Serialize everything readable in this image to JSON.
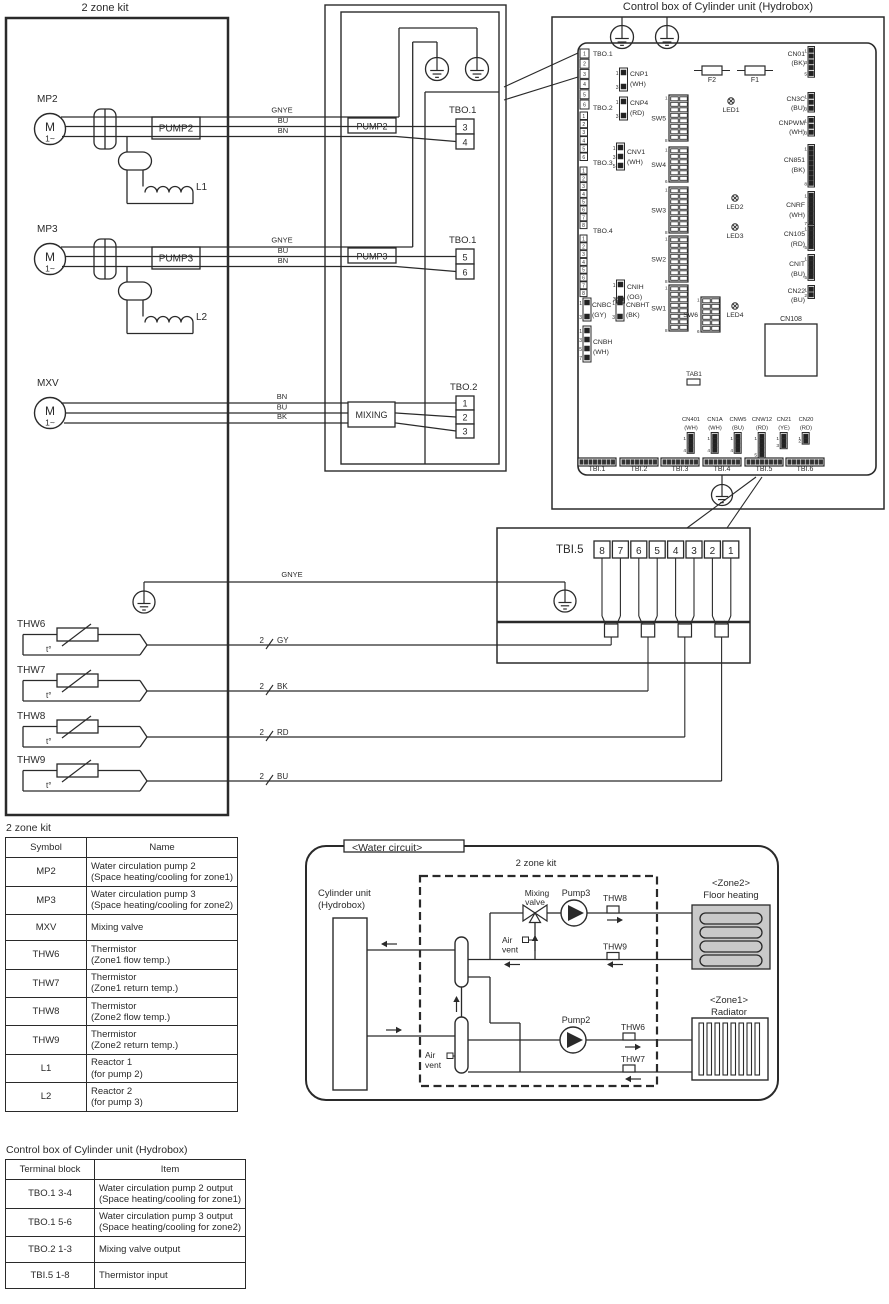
{
  "titles": {
    "left_box": "2 zone kit",
    "control_box": "Control box of Cylinder unit (Hydrobox)"
  },
  "wiring": {
    "gnye": "GNYE",
    "mp2": {
      "name": "MP2",
      "motor": "M",
      "phase": "1~",
      "relay": "PUMP2",
      "relay2": "PUMP2",
      "w1": "GNYE",
      "w2": "BU",
      "w3": "BN",
      "reactor": "L1",
      "tb": "TBO.1",
      "t": [
        "3",
        "4"
      ]
    },
    "mp3": {
      "name": "MP3",
      "motor": "M",
      "phase": "1~",
      "relay": "PUMP3",
      "relay2": "PUMP3",
      "w1": "GNYE",
      "w2": "BU",
      "w3": "BN",
      "reactor": "L2",
      "tb": "TBO.1",
      "t": [
        "5",
        "6"
      ]
    },
    "mxv": {
      "name": "MXV",
      "motor": "M",
      "phase": "1~",
      "relay": "MIXING",
      "w1": "BN",
      "w2": "BU",
      "w3": "BK",
      "tb": "TBO.2",
      "t": [
        "1",
        "2",
        "3"
      ]
    },
    "thermistors": [
      {
        "name": "THW6",
        "t": "t°",
        "cores": "2",
        "color": "GY"
      },
      {
        "name": "THW7",
        "t": "t°",
        "cores": "2",
        "color": "BK"
      },
      {
        "name": "THW8",
        "t": "t°",
        "cores": "2",
        "color": "RD"
      },
      {
        "name": "THW9",
        "t": "t°",
        "cores": "2",
        "color": "BU"
      }
    ]
  },
  "pcb": {
    "strips": [
      {
        "name": "TBO.1",
        "pins": [
          "1",
          "2",
          "3",
          "4",
          "5",
          "6"
        ]
      },
      {
        "name": "TBO.2",
        "pins": [
          "1",
          "2",
          "3",
          "4",
          "5",
          "6"
        ]
      },
      {
        "name": "TBO.3",
        "pins": [
          "1",
          "2",
          "3",
          "4",
          "5",
          "6",
          "7",
          "8"
        ]
      },
      {
        "name": "TBO.4",
        "pins": [
          "1",
          "2",
          "3",
          "4",
          "5",
          "6",
          "7",
          "8"
        ]
      }
    ],
    "left_connectors": [
      {
        "name": "CNP1",
        "color": "(WH)",
        "marks": [
          "1",
          "3"
        ]
      },
      {
        "name": "CNP4",
        "color": "(RD)",
        "marks": [
          "1",
          "3"
        ]
      },
      {
        "name": "CNV1",
        "color": "(WH)",
        "marks": [
          "1",
          "3",
          "5"
        ]
      },
      {
        "name": "CNIH",
        "color": "(OG)",
        "marks": [
          "1",
          "3"
        ]
      },
      {
        "name": "CNBC",
        "color": "(GY)",
        "marks": [
          "1",
          "3"
        ]
      },
      {
        "name": "CNBHT",
        "color": "(BK)",
        "marks": [
          "1",
          "3"
        ]
      },
      {
        "name": "CNBH",
        "color": "(WH)",
        "marks": [
          "1",
          "3",
          "5",
          "7"
        ]
      }
    ],
    "switches": [
      {
        "name": "SW5",
        "marks": [
          "1",
          "8"
        ]
      },
      {
        "name": "SW4",
        "marks": [
          "1",
          "6"
        ]
      },
      {
        "name": "SW3",
        "marks": [
          "1",
          "8"
        ]
      },
      {
        "name": "SW2",
        "marks": [
          "1",
          "8"
        ]
      },
      {
        "name": "SW1",
        "marks": [
          "1",
          "8"
        ]
      },
      {
        "name": "SW6",
        "marks": [
          "1",
          "6"
        ]
      }
    ],
    "leds": [
      "LED1",
      "LED2",
      "LED3",
      "LED4"
    ],
    "fuses": [
      "F2",
      "F1"
    ],
    "right_connectors": [
      {
        "name": "CN01",
        "color": "(BK)",
        "marks": [
          "1",
          "3",
          "5"
        ]
      },
      {
        "name": "CN3C",
        "color": "(BU)",
        "marks": [
          "1",
          "3"
        ]
      },
      {
        "name": "CNPWM",
        "color": "(WH)",
        "marks": [
          "1",
          "3"
        ]
      },
      {
        "name": "CN851",
        "color": "(BK)",
        "marks": [
          "1",
          "8"
        ]
      },
      {
        "name": "CNRF",
        "color": "(WH)",
        "marks": [
          "1",
          "7"
        ]
      },
      {
        "name": "CN105",
        "color": "(RD)",
        "marks": [
          "1",
          "5"
        ]
      },
      {
        "name": "CNIT",
        "color": "(BU)",
        "marks": [
          "1",
          "5"
        ]
      },
      {
        "name": "CN22",
        "color": "(BU)",
        "marks": [
          "1",
          "2"
        ]
      }
    ],
    "cn108": "CN108",
    "tab1": "TAB1",
    "bottom_connectors": [
      {
        "name": "CN401",
        "color": "(WH)",
        "marks": [
          "1",
          "4"
        ]
      },
      {
        "name": "CN1A",
        "color": "(WH)",
        "marks": [
          "1",
          "4"
        ]
      },
      {
        "name": "CNW5",
        "color": "(BU)",
        "marks": [
          "1",
          "4"
        ]
      },
      {
        "name": "CNW12",
        "color": "(RD)",
        "marks": [
          "1",
          "5"
        ]
      },
      {
        "name": "CN21",
        "color": "(YE)",
        "marks": [
          "1",
          "3"
        ]
      },
      {
        "name": "CN20",
        "color": "(RD)",
        "marks": [
          "1",
          "2"
        ]
      }
    ],
    "tbi": [
      "TBI.1",
      "TBI.2",
      "TBI.3",
      "TBI.4",
      "TBI.5",
      "TBI.6"
    ]
  },
  "tbi5": {
    "name": "TBI.5",
    "terminals": [
      "8",
      "7",
      "6",
      "5",
      "4",
      "3",
      "2",
      "1"
    ]
  },
  "water": {
    "title": "<Water circuit>",
    "kit": "2 zone kit",
    "cyl1": "Cylinder unit",
    "cyl2": "(Hydrobox)",
    "mixing1": "Mixing",
    "mixing2": "valve",
    "pump3": "Pump3",
    "pump2": "Pump2",
    "thw8": "THW8",
    "thw9": "THW9",
    "thw6": "THW6",
    "thw7": "THW7",
    "air1": "Air",
    "air2": "vent",
    "zone2": "<Zone2>",
    "zone2_sub": "Floor heating",
    "zone1": "<Zone1>",
    "zone1_sub": "Radiator"
  },
  "table1": {
    "title": "2 zone kit",
    "headers": [
      "Symbol",
      "Name"
    ],
    "rows": [
      [
        "MP2",
        [
          "Water circulation pump 2",
          "(Space heating/cooling for zone1)"
        ]
      ],
      [
        "MP3",
        [
          "Water circulation pump 3",
          "(Space heating/cooling for zone2)"
        ]
      ],
      [
        "MXV",
        [
          "Mixing valve"
        ]
      ],
      [
        "THW6",
        [
          "Thermistor",
          "(Zone1 flow temp.)"
        ]
      ],
      [
        "THW7",
        [
          "Thermistor",
          "(Zone1 return temp.)"
        ]
      ],
      [
        "THW8",
        [
          "Thermistor",
          "(Zone2 flow temp.)"
        ]
      ],
      [
        "THW9",
        [
          "Thermistor",
          "(Zone2 return temp.)"
        ]
      ],
      [
        "L1",
        [
          "Reactor 1",
          "(for pump 2)"
        ]
      ],
      [
        "L2",
        [
          "Reactor 2",
          "(for pump 3)"
        ]
      ]
    ]
  },
  "table2": {
    "title": "Control box of Cylinder unit (Hydrobox)",
    "headers": [
      "Terminal block",
      "Item"
    ],
    "rows": [
      [
        "TBO.1 3-4",
        [
          "Water circulation pump 2 output",
          "(Space heating/cooling for zone1)"
        ]
      ],
      [
        "TBO.1 5-6",
        [
          "Water circulation pump 3 output",
          "(Space heating/cooling for zone2)"
        ]
      ],
      [
        "TBO.2 1-3",
        [
          "Mixing valve output"
        ]
      ],
      [
        "TBI.5  1-8",
        [
          "Thermistor input"
        ]
      ]
    ]
  }
}
